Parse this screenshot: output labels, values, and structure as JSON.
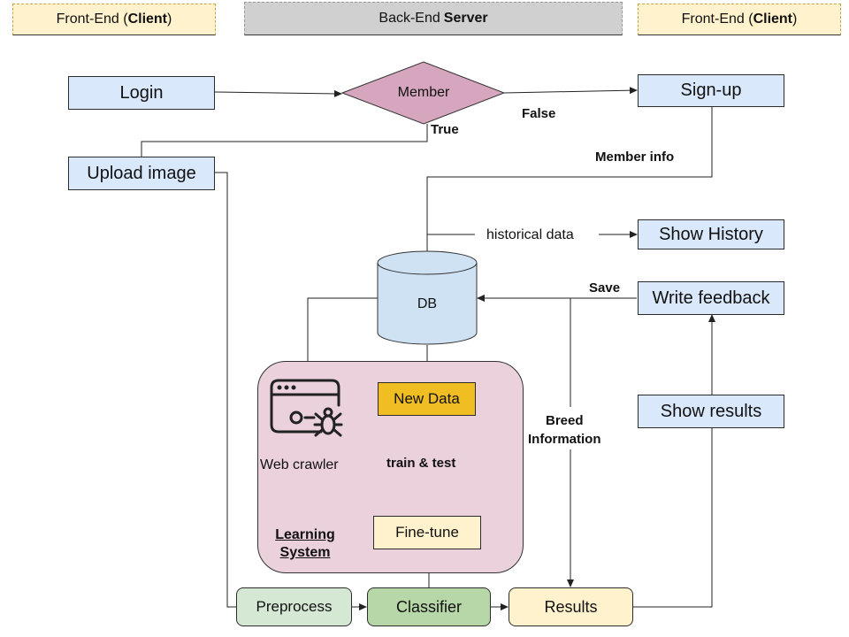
{
  "headers": {
    "left": {
      "prefix": "Front-End (",
      "bold": "Client",
      "suffix": ")"
    },
    "center": {
      "prefix": "Back-End",
      "bold": "Server"
    },
    "right": {
      "prefix": "Front-End (",
      "bold": "Client",
      "suffix": ")"
    }
  },
  "nodes": {
    "login": "Login",
    "member": "Member",
    "signup": "Sign-up",
    "upload_image": "Upload image",
    "show_history": "Show History",
    "db": "DB",
    "write_feedback": "Write feedback",
    "show_results": "Show results",
    "new_data": "New Data",
    "fine_tune": "Fine-tune",
    "preprocess": "Preprocess",
    "classifier": "Classifier",
    "results": "Results",
    "web_crawler": "Web crawler"
  },
  "learning_system": {
    "line1": "Learning",
    "line2": "System"
  },
  "edge_labels": {
    "false": "False",
    "true": "True",
    "member_info": "Member info",
    "historical_data": "historical data",
    "save": "Save",
    "breed_line1": "Breed",
    "breed_line2": "Information",
    "train_test": "train & test"
  },
  "colors": {
    "client_header": "#fff2cc",
    "server_header": "#d0d0d0",
    "client_node": "#dae8fc",
    "member_diamond": "#d5a6bd",
    "learning_system": "#ead1dc",
    "new_data": "#f0be22",
    "fine_tune": "#fff2cc",
    "preprocess": "#d5e8d4",
    "classifier": "#b7d7a8",
    "results": "#fff2cc"
  },
  "icons": {
    "crawler": "web-crawler-spider-icon"
  }
}
